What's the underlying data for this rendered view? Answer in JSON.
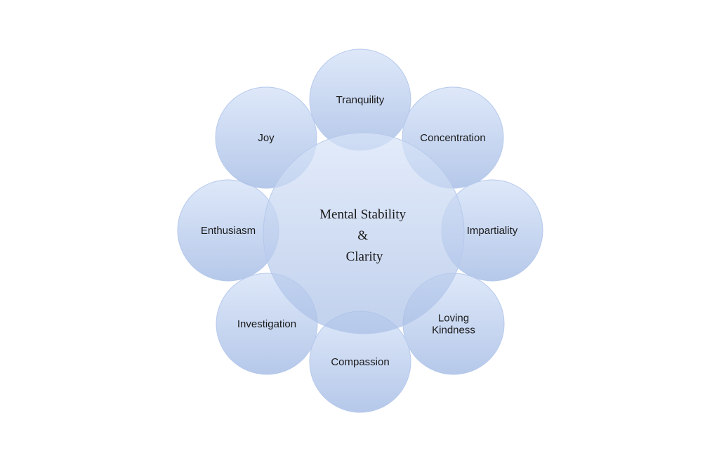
{
  "diagram": {
    "center": {
      "lines": [
        "Mental Stability",
        "&",
        "Clarity"
      ]
    },
    "petals": [
      {
        "id": "tranquility",
        "lines": [
          "Tranquility"
        ]
      },
      {
        "id": "concentration",
        "lines": [
          "Concentration"
        ]
      },
      {
        "id": "impartiality",
        "lines": [
          "Impartiality"
        ]
      },
      {
        "id": "loving-kindness",
        "lines": [
          "Loving",
          "Kindness"
        ]
      },
      {
        "id": "compassion",
        "lines": [
          "Compassion"
        ]
      },
      {
        "id": "investigation",
        "lines": [
          "Investigation"
        ]
      },
      {
        "id": "enthusiasm",
        "lines": [
          "Enthusiasm"
        ]
      },
      {
        "id": "joy",
        "lines": [
          "Joy"
        ]
      }
    ],
    "colors": {
      "fill_light": "#d8e4f8",
      "fill_dark": "#a9bfe6",
      "stroke": "#b6c9ec"
    }
  }
}
